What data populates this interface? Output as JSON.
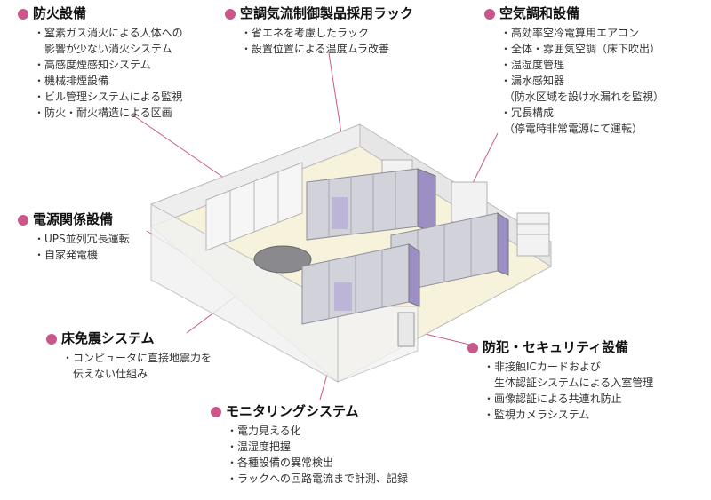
{
  "sections": {
    "fire": {
      "title": "防火設備",
      "items": [
        "・窒素ガス消火による人体への",
        "影響が少ない消火システム",
        "・高感度煙感知システム",
        "・機械排煙設備",
        "・ビル管理システムによる監視",
        "・防火・耐火構造による区画"
      ]
    },
    "rack": {
      "title": "空調気流制御製品採用ラック",
      "items": [
        "・省エネを考慮したラック",
        "・設置位置による温度ムラ改善"
      ]
    },
    "air": {
      "title": "空気調和設備",
      "items": [
        "・高効率空冷電算用エアコン",
        "・全体・雰囲気空調（床下吹出）",
        "・温湿度管理",
        "・漏水感知器",
        "（防水区域を設け水漏れを監視）",
        "・冗長構成",
        "（停電時非常電源にて運転）"
      ]
    },
    "power": {
      "title": "電源関係設備",
      "items": [
        "・UPS並列冗長運転",
        "・自家発電機"
      ]
    },
    "quake": {
      "title": "床免震システム",
      "items": [
        "・コンピュータに直接地震力を",
        "伝えない仕組み"
      ]
    },
    "security": {
      "title": "防犯・セキュリティ設備",
      "items": [
        "・非接触ICカードおよび",
        "生体認証システムによる入室管理",
        "・画像認証による共連れ防止",
        "・監視カメラシステム"
      ]
    },
    "monitor": {
      "title": "モニタリングシステム",
      "items": [
        "・電力見える化",
        "・温湿度把握",
        "・各種設備の異常検出",
        "・ラックへの回路電流まで計測、記録"
      ]
    }
  },
  "colors": {
    "accent": "#c8578a",
    "floor": "#f7f2dc",
    "rack": "#c9c9d2",
    "rack_front": "#9c8fc4",
    "wall": "#eeeeee"
  }
}
